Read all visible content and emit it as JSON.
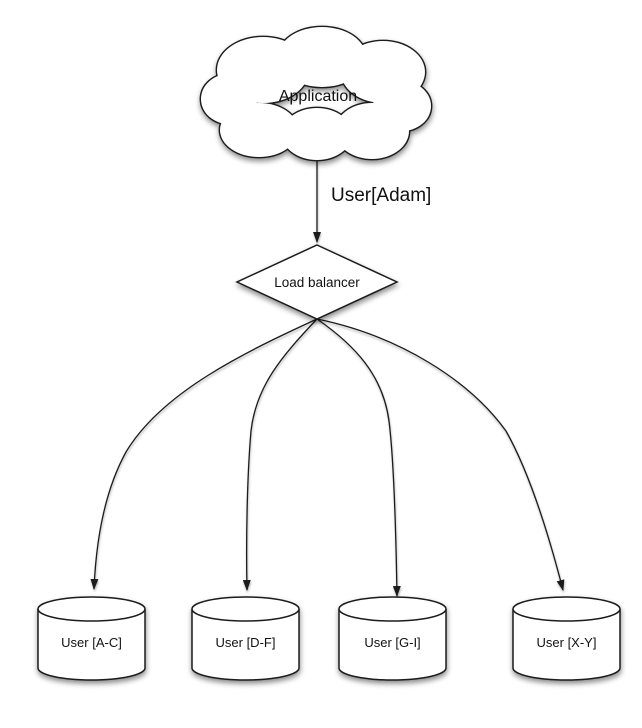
{
  "diagram": {
    "type": "sharding-architecture",
    "colors": {
      "background": "#ffffff",
      "stroke": "#1a1a1a",
      "shape_fill": "#ffffff",
      "text": "#111111"
    },
    "nodes": {
      "application": {
        "label": "Application",
        "shape": "cloud"
      },
      "load_balancer": {
        "label": "Load balancer",
        "shape": "diamond"
      },
      "shard_ac": {
        "label": "User [A-C]",
        "shape": "cylinder"
      },
      "shard_df": {
        "label": "User [D-F]",
        "shape": "cylinder"
      },
      "shard_gi": {
        "label": "User [G-I]",
        "shape": "cylinder"
      },
      "shard_xy": {
        "label": "User [X-Y]",
        "shape": "cylinder"
      }
    },
    "edges": {
      "app_to_lb": {
        "from": "application",
        "to": "load_balancer",
        "label": "User[Adam]"
      },
      "lb_to_shard_ac": {
        "from": "load_balancer",
        "to": "shard_ac"
      },
      "lb_to_shard_df": {
        "from": "load_balancer",
        "to": "shard_df"
      },
      "lb_to_shard_gi": {
        "from": "load_balancer",
        "to": "shard_gi"
      },
      "lb_to_shard_xy": {
        "from": "load_balancer",
        "to": "shard_xy"
      }
    }
  }
}
